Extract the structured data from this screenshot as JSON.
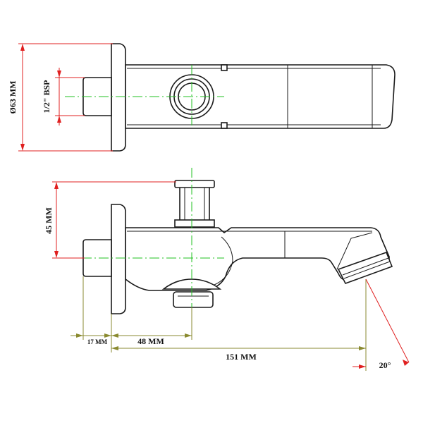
{
  "top_view": {
    "diameter_label": "Ø63 MM",
    "thread_label": "1/2\" BSP"
  },
  "side_view": {
    "height_label": "45 MM",
    "dim_small_label": "17 MM",
    "dim_mid_label": "48 MM",
    "dim_total_label": "151 MM",
    "angle_label": "20°"
  }
}
